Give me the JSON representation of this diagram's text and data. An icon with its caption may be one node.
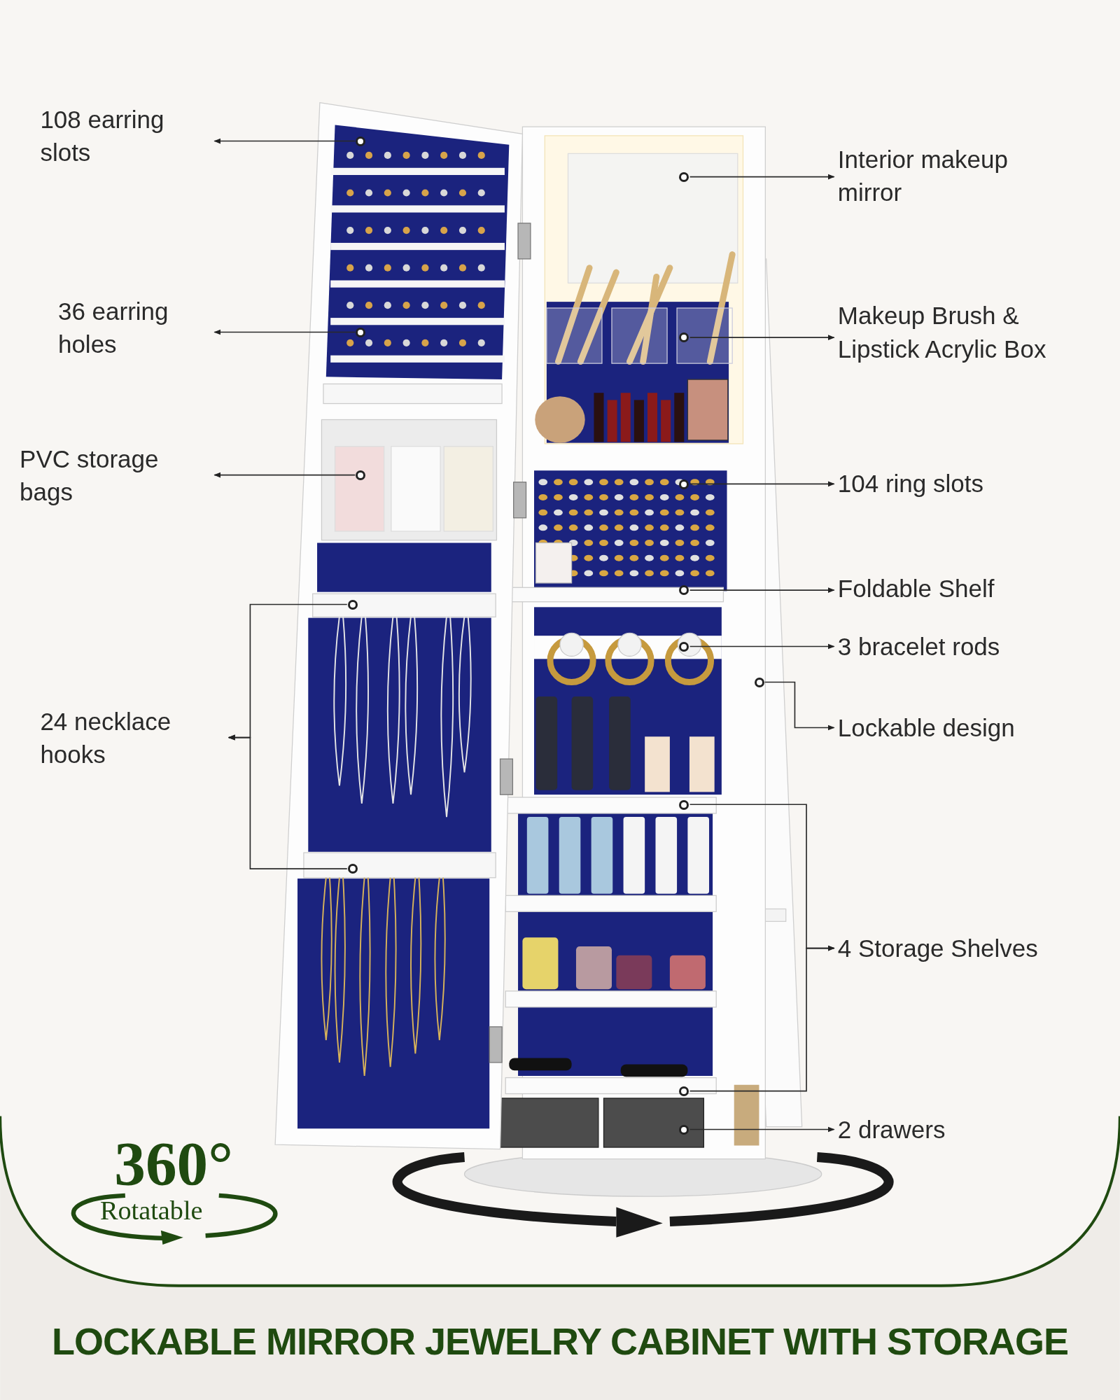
{
  "diagram": {
    "title": "LOCKABLE MIRROR JEWELRY CABINET WITH STORAGE",
    "nodes": [
      {
        "text": [
          "108 earring slots"
        ]
      },
      {
        "text": [
          "36 earring holes"
        ]
      },
      {
        "text": [
          "PVC storage bags"
        ]
      },
      {
        "text": [
          "24 necklace hooks"
        ]
      },
      {
        "text": [
          "Interior makeup mirror"
        ]
      },
      {
        "text": [
          "Makeup Brush & Lipstick Acrylic Box"
        ]
      },
      {
        "text": [
          "104 ring slots"
        ]
      },
      {
        "text": [
          "Foldable Shelf"
        ]
      },
      {
        "text": [
          "3 bracelet rods"
        ]
      },
      {
        "text": [
          "Lockable design"
        ]
      },
      {
        "text": [
          "4 Storage Shelves"
        ]
      },
      {
        "text": [
          "2 drawers"
        ]
      },
      {
        "text": [],
        "shape": "circle"
      },
      {
        "text": [],
        "shape": "circle"
      },
      {
        "text": [],
        "shape": "circle"
      },
      {
        "text": [],
        "shape": "circle"
      },
      {
        "text": [],
        "shape": "circle"
      },
      {
        "text": [],
        "shape": "circle"
      },
      {
        "text": [],
        "shape": "circle"
      },
      {
        "text": [],
        "shape": "circle"
      },
      {
        "text": [],
        "shape": "circle"
      },
      {
        "text": [],
        "shape": "circle"
      },
      {
        "text": [],
        "shape": "circle"
      },
      {
        "text": [],
        "shape": "circle"
      },
      {
        "text": [],
        "shape": "circle"
      },
      {
        "text": [],
        "shape": "circle"
      }
    ],
    "edges": [
      {
        "from": 12,
        "to": 0,
        "arrow": "to"
      },
      {
        "from": 13,
        "to": 1,
        "arrow": "to"
      },
      {
        "from": 14,
        "to": 2,
        "arrow": "to"
      },
      {
        "from": 15,
        "to": 3,
        "arrow": "to"
      },
      {
        "from": 16,
        "to": 3,
        "arrow": "to"
      },
      {
        "from": 17,
        "to": 4,
        "arrow": "to"
      },
      {
        "from": 18,
        "to": 5,
        "arrow": "to"
      },
      {
        "from": 19,
        "to": 6,
        "arrow": "to"
      },
      {
        "from": 20,
        "to": 7,
        "arrow": "to"
      },
      {
        "from": 21,
        "to": 8,
        "arrow": "to"
      },
      {
        "from": 22,
        "to": 9,
        "arrow": "to"
      },
      {
        "from": 23,
        "to": 10,
        "arrow": "to"
      },
      {
        "from": 24,
        "to": 10,
        "arrow": "to"
      },
      {
        "from": 25,
        "to": 11,
        "arrow": "to"
      }
    ],
    "labels": [
      "360°",
      "Rotatable"
    ]
  }
}
